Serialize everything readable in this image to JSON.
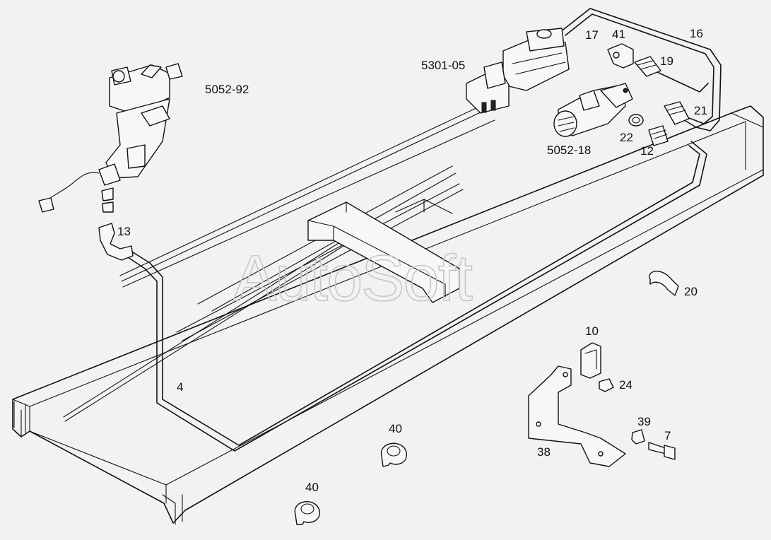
{
  "watermark": "AutoSoft",
  "labels": {
    "p5052_92": "5052-92",
    "p5301_05": "5301-05",
    "p5052_18": "5052-18",
    "p17": "17",
    "p41": "41",
    "p16": "16",
    "p19": "19",
    "p21": "21",
    "p22": "22",
    "p12": "12",
    "p13": "13",
    "p4": "4",
    "p20": "20",
    "p10": "10",
    "p24": "24",
    "p39": "39",
    "p7": "7",
    "p38": "38",
    "p40a": "40",
    "p40b": "40"
  },
  "colors": {
    "background": "#f2f2f2",
    "line": "#111111",
    "watermark": "#c8c8c8"
  }
}
